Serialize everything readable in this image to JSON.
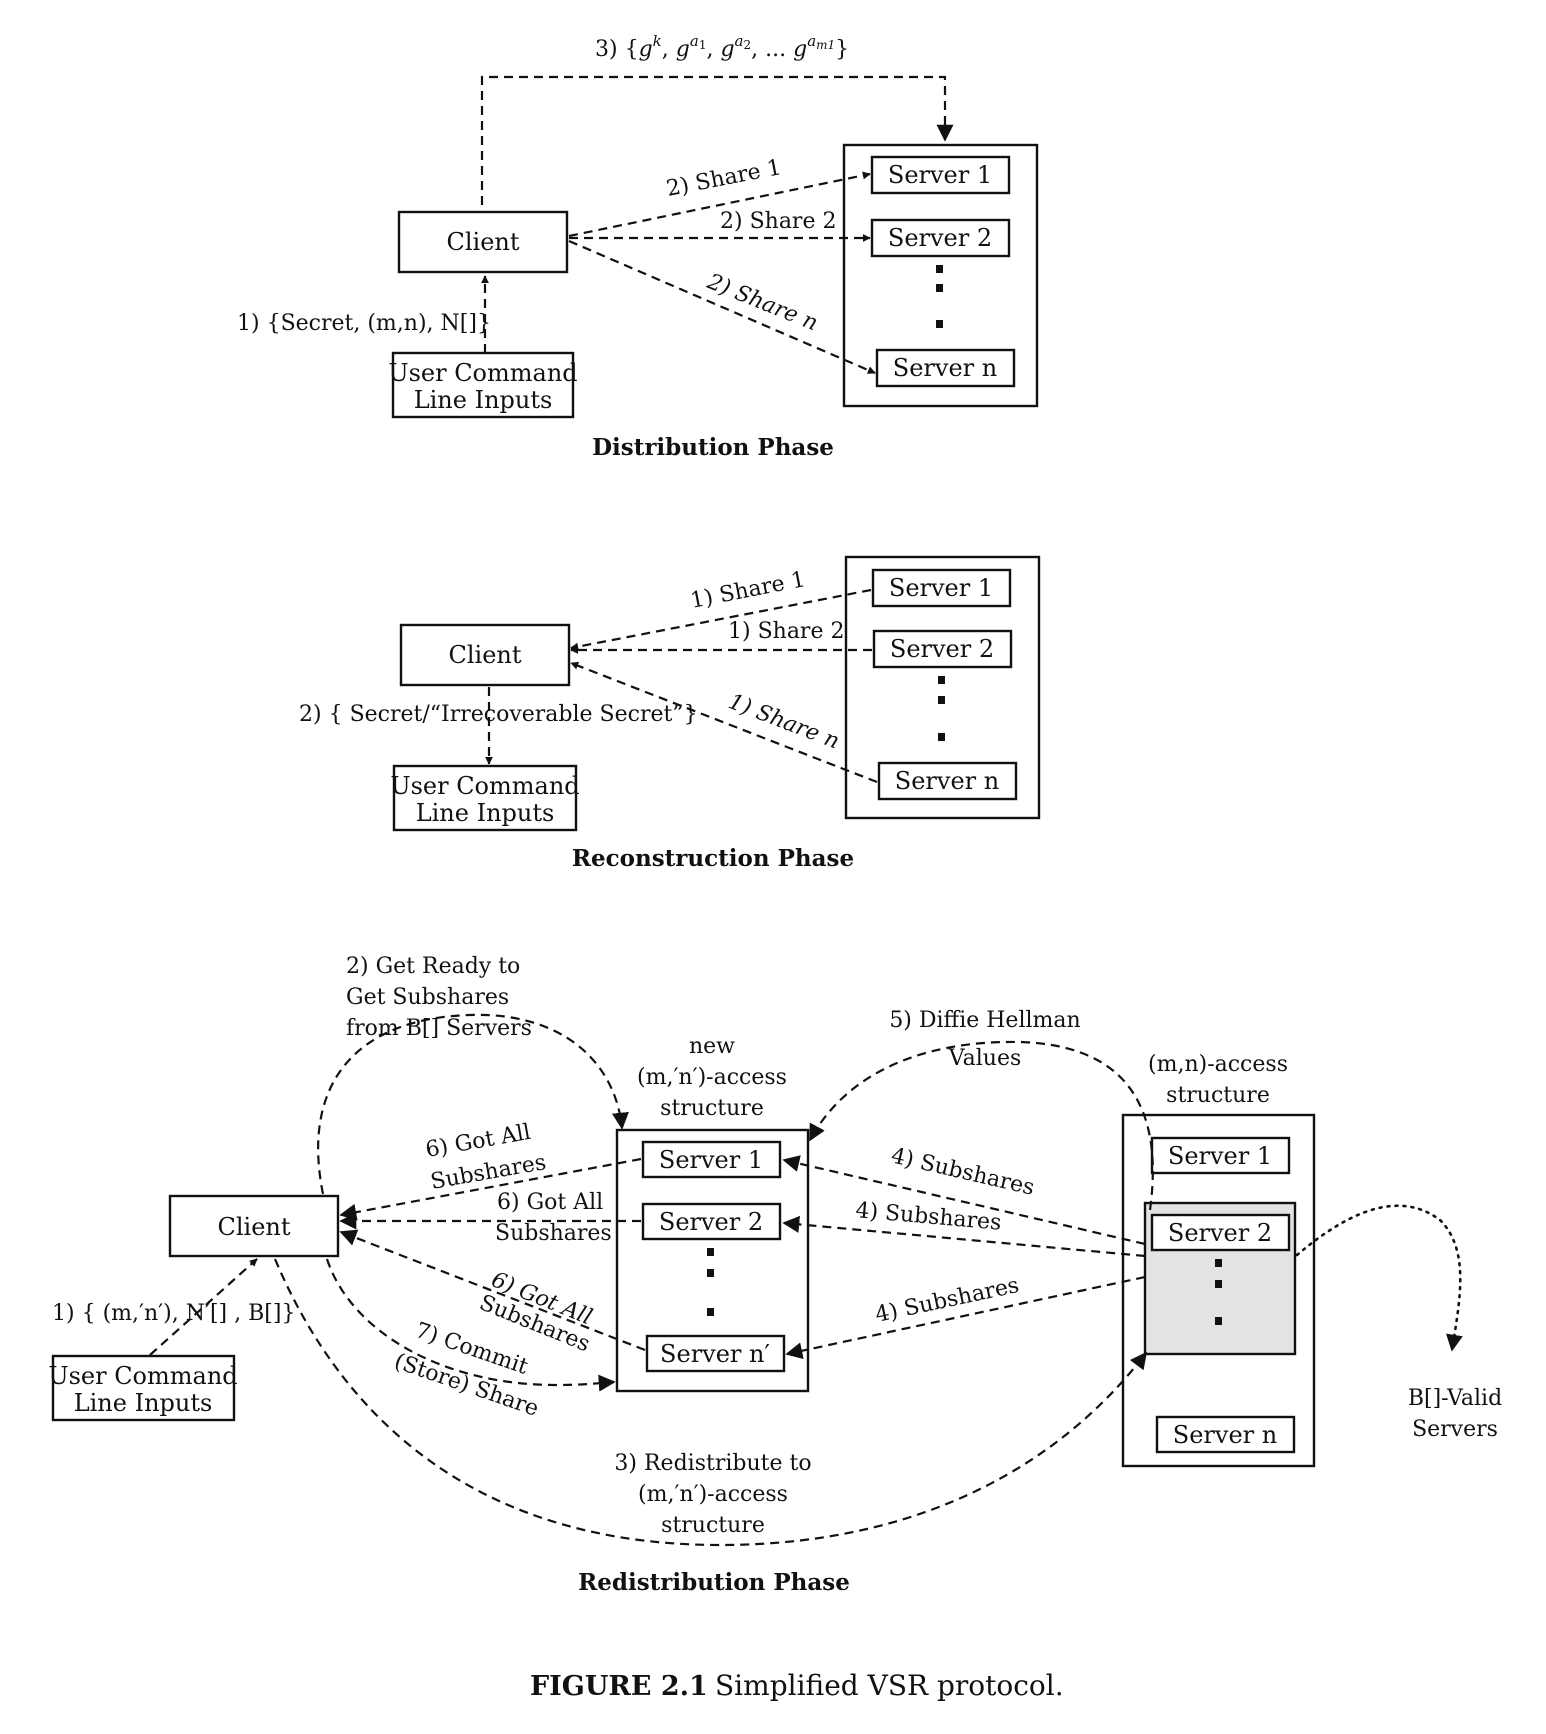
{
  "distribution": {
    "title": "Distribution Phase",
    "client": "Client",
    "user_input": [
      "User Command",
      "Line Inputs"
    ],
    "servers": [
      "Server 1",
      "Server 2",
      "Server n"
    ],
    "step1": "1) {Secret, (m,n), N[]}",
    "step2": [
      "2) Share 1",
      "2) Share 2",
      "2) Share n"
    ],
    "step3": {
      "prefix": "3) {",
      "g": "g",
      "k": "k",
      "sep": ", ",
      "a": "a",
      "i1": "1",
      "i2": "2",
      "dots": ", ... ",
      "im": "m1",
      "suffix": "}"
    }
  },
  "reconstruction": {
    "title": "Reconstruction Phase",
    "client": "Client",
    "user_input": [
      "User Command",
      "Line Inputs"
    ],
    "servers": [
      "Server 1",
      "Server 2",
      "Server n"
    ],
    "step1": [
      "1) Share 1",
      "1) Share 2",
      "1) Share n"
    ],
    "step2": "2) { Secret/“Irrecoverable Secret”}"
  },
  "redistribution": {
    "title": "Redistribution Phase",
    "client": "Client",
    "user_input": [
      "User Command",
      "Line Inputs"
    ],
    "new_structure_label": [
      "new",
      "(m,′n′)-access",
      "structure"
    ],
    "new_servers": [
      "Server 1",
      "Server 2",
      "Server n′"
    ],
    "old_structure_label": [
      "(m,n)-access",
      "structure"
    ],
    "old_servers": [
      "Server 1",
      "Server 2",
      "Server n"
    ],
    "valid_servers": [
      "B[]-Valid",
      "Servers"
    ],
    "step1": "1) { (m,′n′), N′[] , B[]}",
    "step2": [
      "2) Get Ready to",
      "Get Subshares",
      "from B[] Servers"
    ],
    "step3": [
      "3) Redistribute to",
      "(m,′n′)-access",
      "structure"
    ],
    "step4": [
      "4) Subshares",
      "4) Subshares",
      "4) Subshares"
    ],
    "step5": [
      "5) Diffie Hellman",
      "Values"
    ],
    "step6a": [
      "6) Got All",
      "Subshares"
    ],
    "step6b": [
      "6) Got All",
      "Subshares"
    ],
    "step6c": [
      "6) Got All",
      "Subshares"
    ],
    "step7": [
      "7) Commit",
      "(Store) Share"
    ]
  },
  "caption": {
    "number": "FIGURE 2.1",
    "text": "Simplified VSR protocol."
  }
}
